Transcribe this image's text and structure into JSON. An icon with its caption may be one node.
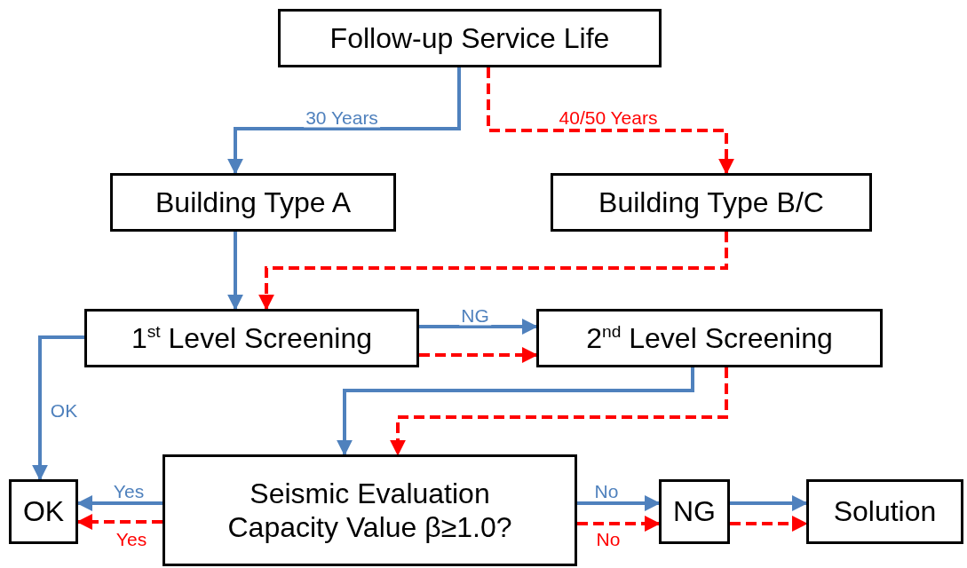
{
  "diagram": {
    "nodes": [
      {
        "text": [
          "Follow-up Service Life"
        ]
      },
      {
        "text": [
          "Building Type A"
        ]
      },
      {
        "text": [
          "Building Type B/C"
        ]
      },
      {
        "text": [
          "1$^{st}$ Level Screening"
        ]
      },
      {
        "text": [
          "2$^{nd}$ Level Screening"
        ]
      },
      {
        "text": [
          "Seismic Evaluation Capacity Value β≥1.0?"
        ]
      },
      {
        "text": [
          "OK"
        ]
      },
      {
        "text": [
          "NG"
        ]
      },
      {
        "text": [
          "Solution"
        ]
      }
    ],
    "edges": [
      {
        "from": 0,
        "to": 1,
        "arrow": "to",
        "label": "30 Years"
      },
      {
        "from": 0,
        "to": 2,
        "arrow": "to",
        "label": "40/50 Years",
        "style": "dashed",
        "color": "#ff0000"
      },
      {
        "from": 1,
        "to": 3,
        "arrow": "to"
      },
      {
        "from": 2,
        "to": 3,
        "arrow": "to",
        "style": "dashed",
        "color": "#ff0000"
      },
      {
        "from": 3,
        "to": 4,
        "arrow": "to",
        "label": "NG"
      },
      {
        "from": 3,
        "to": 4,
        "arrow": "to",
        "style": "dashed",
        "color": "#ff0000"
      },
      {
        "from": 3,
        "to": 6,
        "arrow": "to",
        "label": "OK"
      },
      {
        "from": 4,
        "to": 5,
        "arrow": "to"
      },
      {
        "from": 4,
        "to": 5,
        "arrow": "to",
        "style": "dashed",
        "color": "#ff0000"
      },
      {
        "from": 5,
        "to": 6,
        "arrow": "to",
        "label": "Yes"
      },
      {
        "from": 5,
        "to": 6,
        "arrow": "to",
        "label": "Yes",
        "style": "dashed",
        "color": "#ff0000"
      },
      {
        "from": 5,
        "to": 7,
        "arrow": "to",
        "label": "No"
      },
      {
        "from": 5,
        "to": 7,
        "arrow": "to",
        "label": "No",
        "style": "dashed",
        "color": "#ff0000"
      },
      {
        "from": 7,
        "to": 8,
        "arrow": "to"
      },
      {
        "from": 7,
        "to": 8,
        "arrow": "to",
        "style": "dashed",
        "color": "#ff0000"
      }
    ]
  }
}
